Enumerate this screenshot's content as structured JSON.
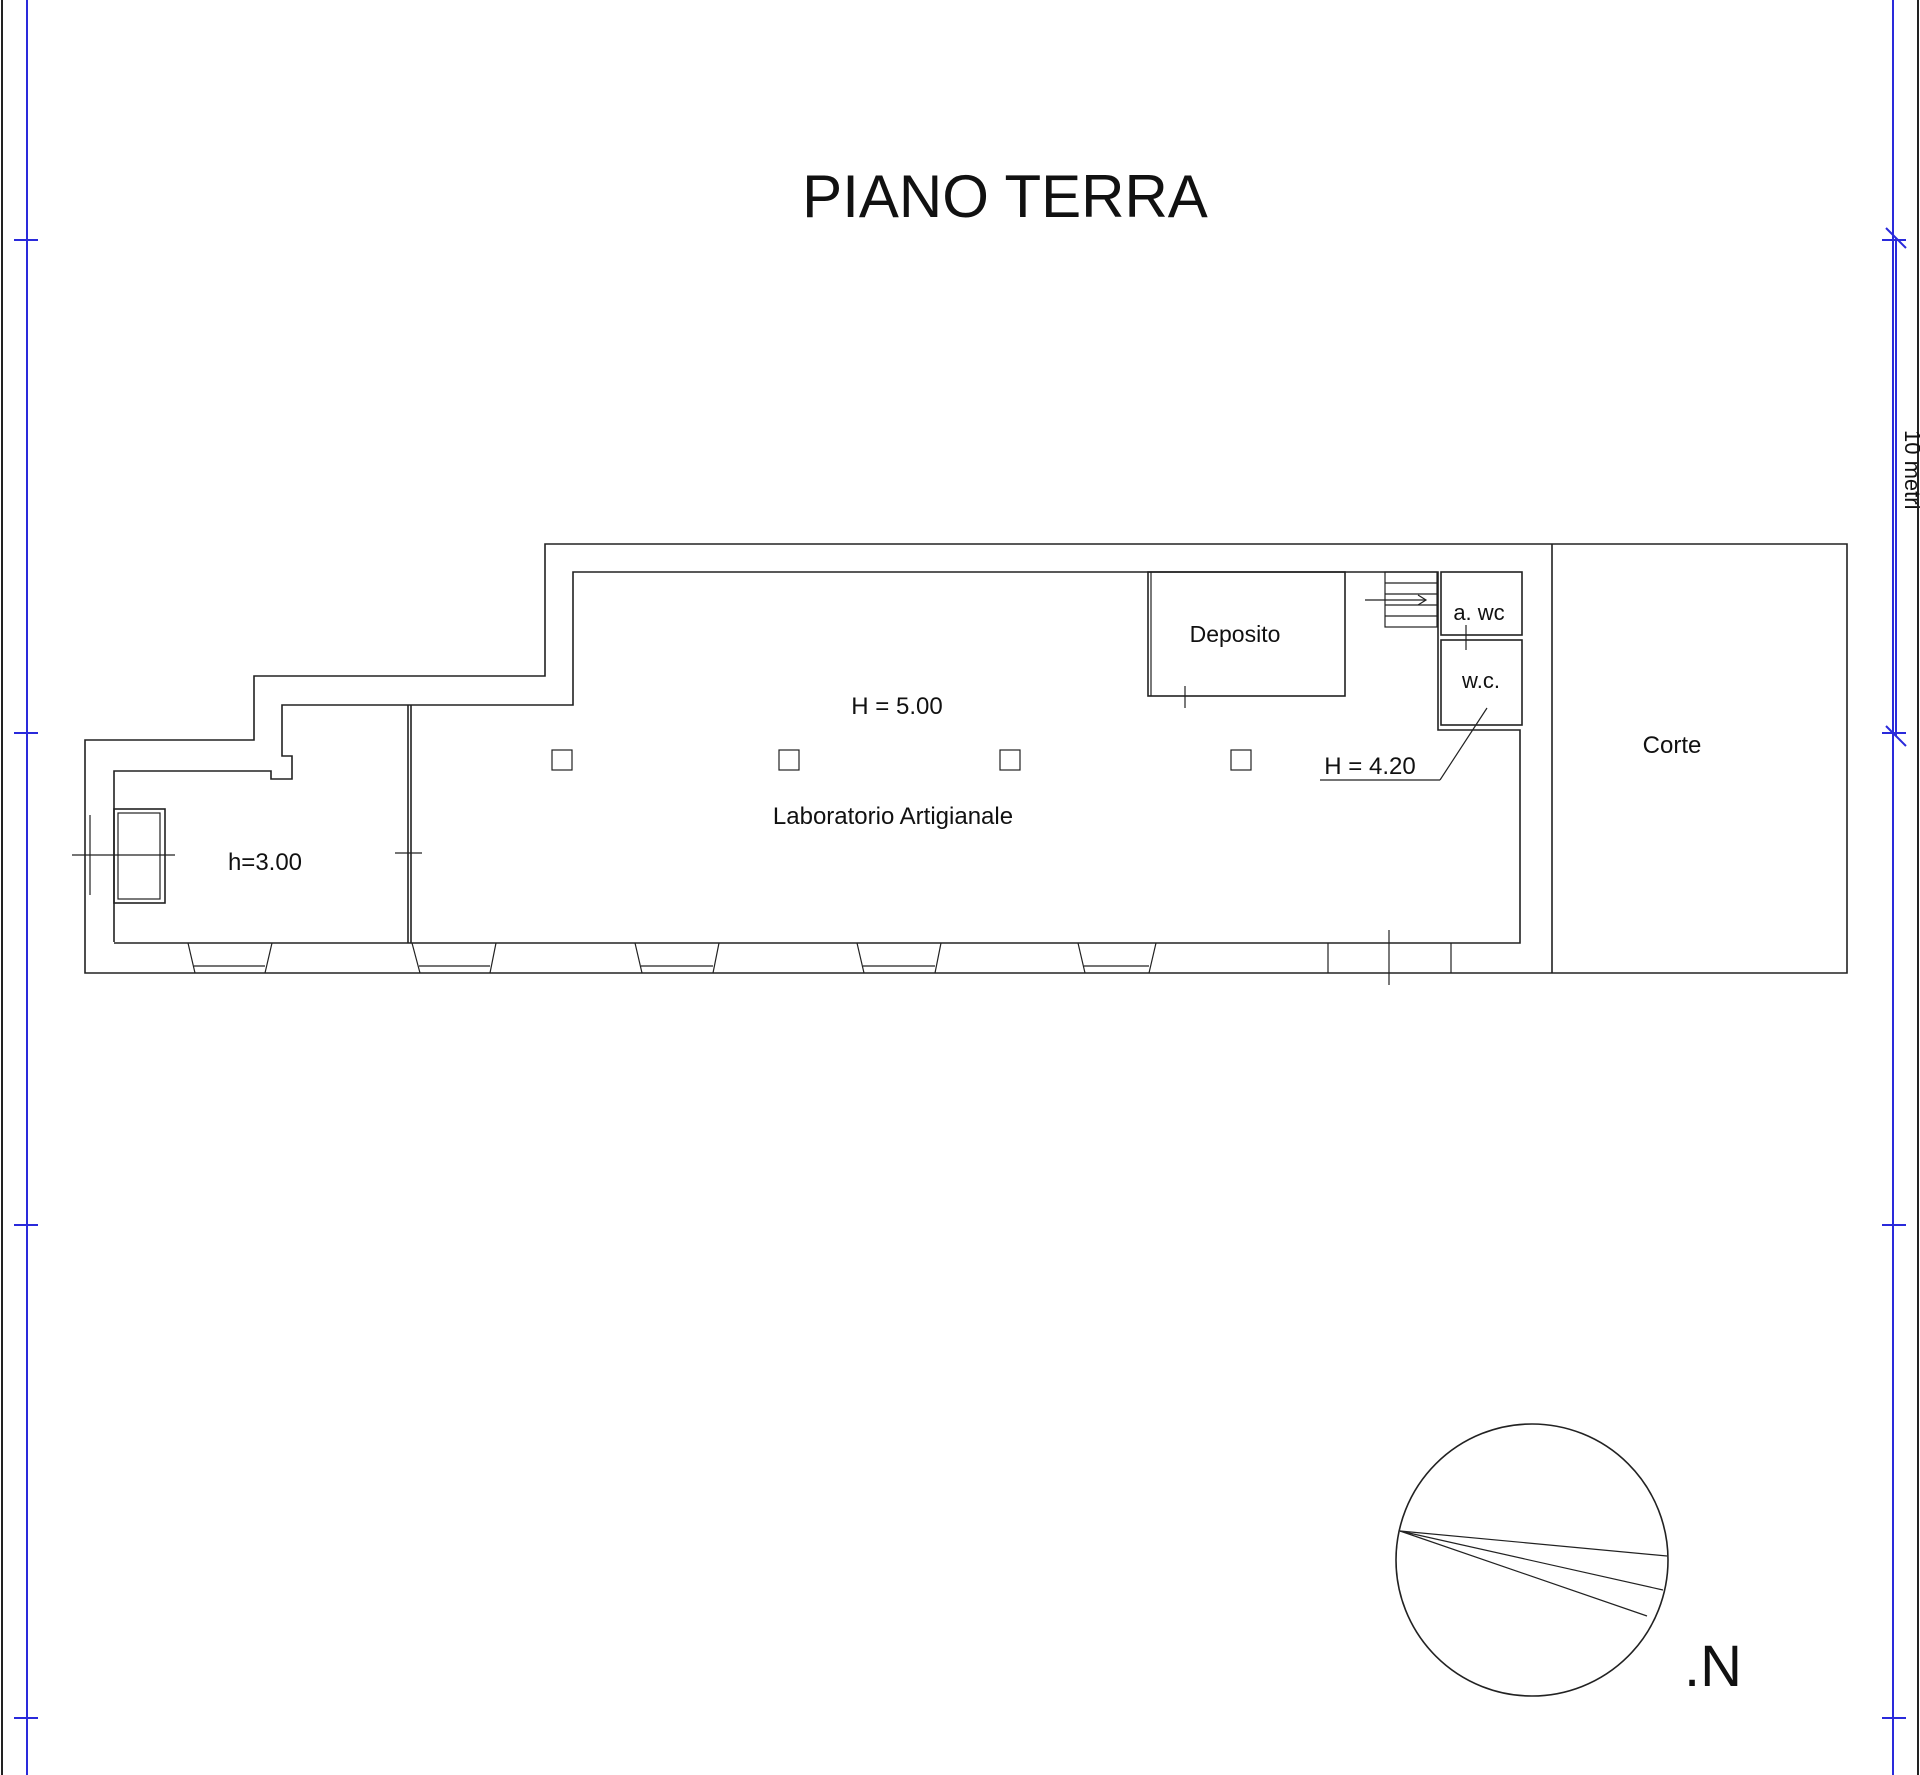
{
  "title": "PIANO TERRA",
  "rooms": {
    "laboratorio": "Laboratorio Artigianale",
    "deposito": "Deposito",
    "antibagno": "a. wc",
    "bagno": "w.c.",
    "corte": "Corte"
  },
  "heights": {
    "main": "H = 5.00",
    "side": "h=3.00",
    "service": "H = 4.20"
  },
  "scale_side_text": "10 metri",
  "north_label": ".N",
  "colors": {
    "frame": "#2a2adb",
    "lines": "#222222"
  }
}
